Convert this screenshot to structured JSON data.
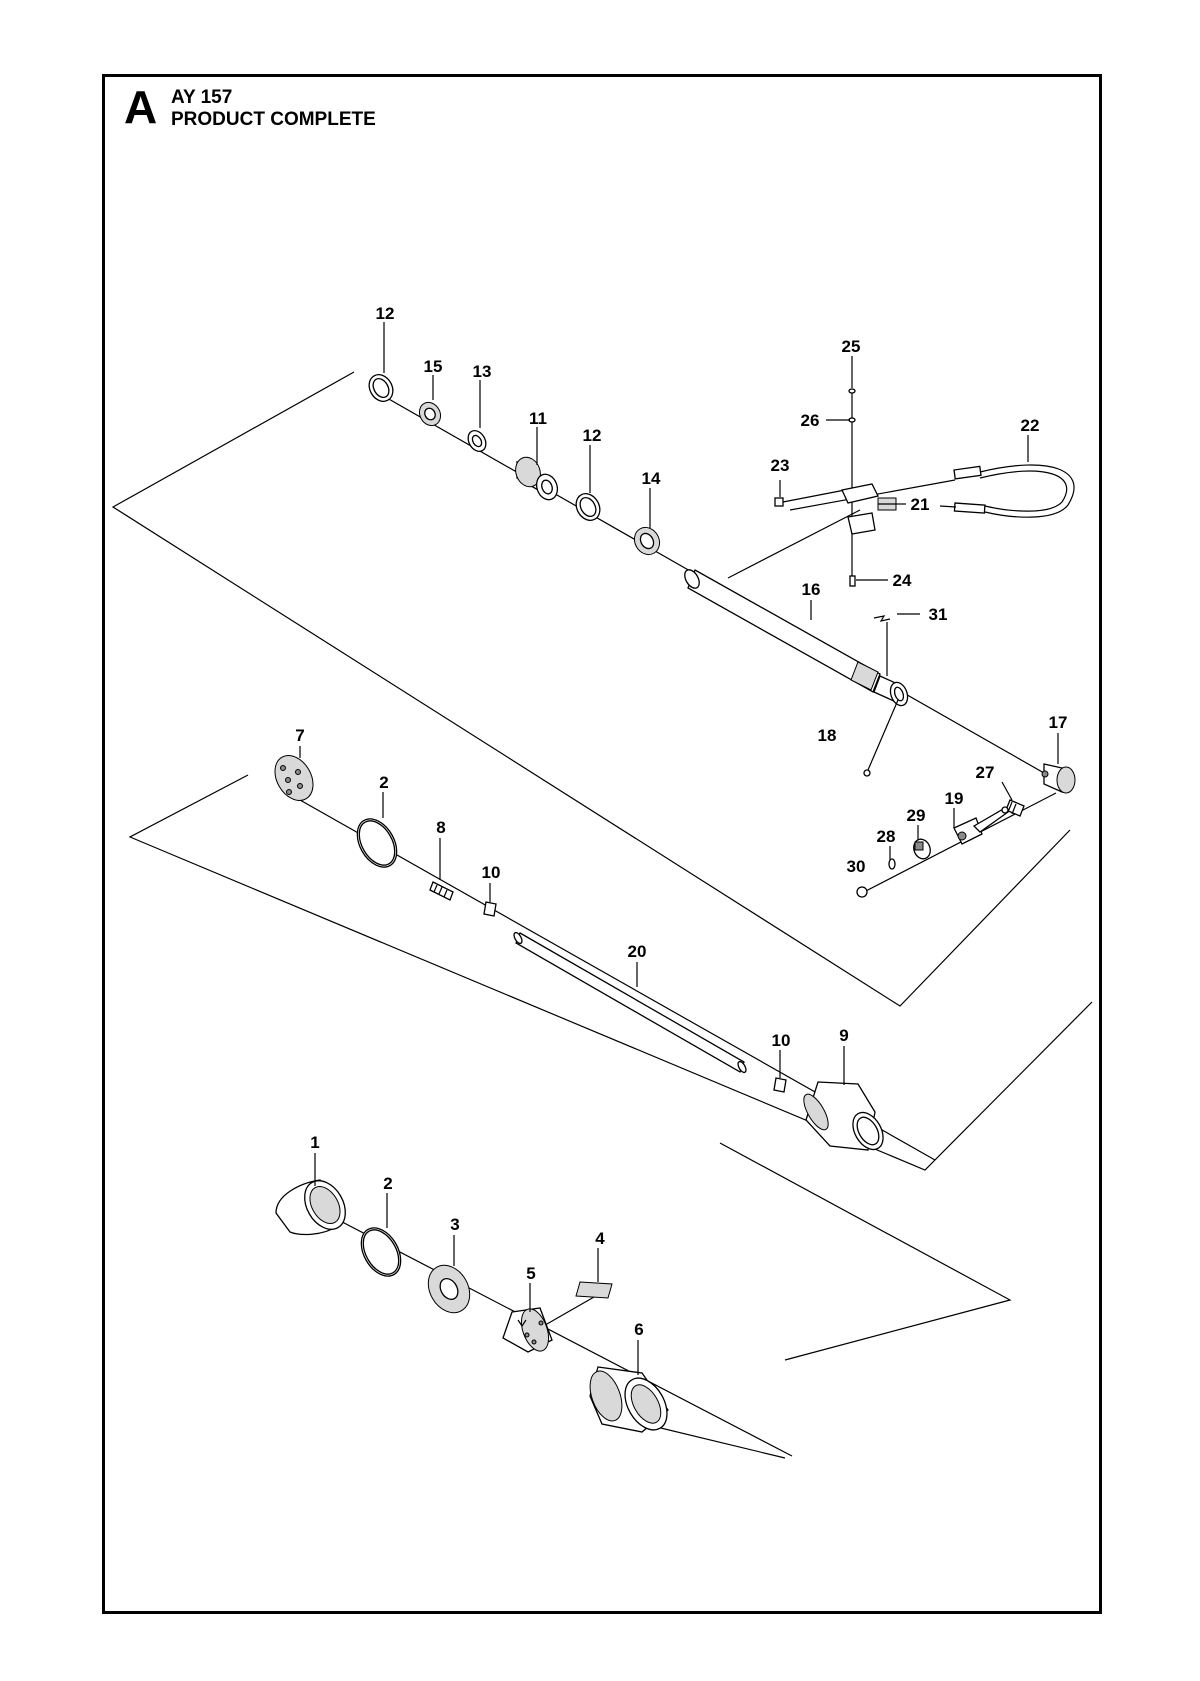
{
  "header": {
    "section_letter": "A",
    "code": "AY 157",
    "title": "PRODUCT COMPLETE"
  },
  "callouts": [
    "12",
    "15",
    "13",
    "11",
    "12",
    "14",
    "25",
    "26",
    "22",
    "23",
    "21",
    "24",
    "16",
    "31",
    "17",
    "18",
    "27",
    "19",
    "29",
    "28",
    "30",
    "7",
    "2",
    "8",
    "10",
    "20",
    "10",
    "9",
    "1",
    "2",
    "3",
    "4",
    "5",
    "6"
  ]
}
